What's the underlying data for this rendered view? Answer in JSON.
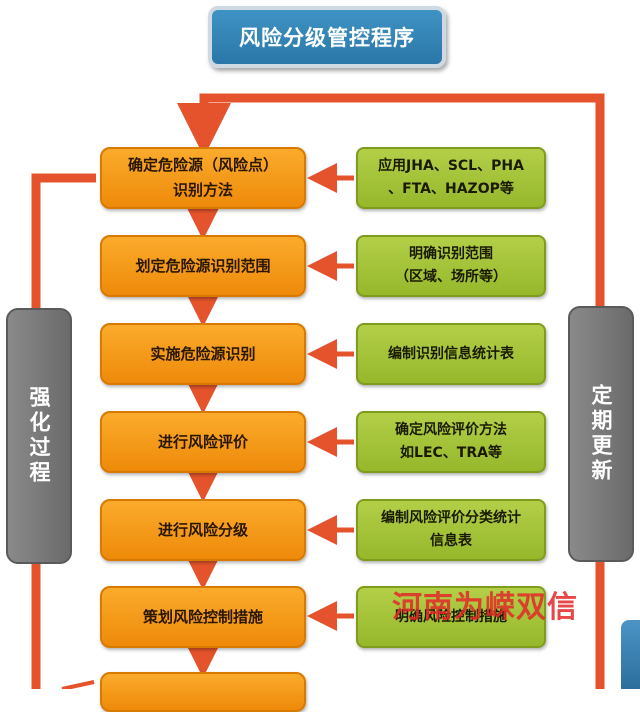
{
  "title": "风险分级管控程序",
  "steps": [
    "确定危险源（风险点）\n识别方法",
    "划定危险源识别范围",
    "实施危险源识别",
    "进行风险评价",
    "进行风险分级",
    "策划风险控制措施",
    ""
  ],
  "notes": [
    "应用JHA、SCL、PHA\n、FTA、HAZOP等",
    "明确识别范围\n（区域、场所等）",
    "编制识别信息统计表",
    "确定风险评价方法\n如LEC、TRA等",
    "编制风险评价分类统计\n信息表",
    "明确风险控制措施"
  ],
  "side_labels": {
    "left": "强化过程",
    "right": "定期更新"
  },
  "watermark": "河南为嵘双信",
  "colors": {
    "arrow": "#e4532b",
    "step": "#f39a17",
    "note": "#a4c338",
    "side": "#777777",
    "title": "#3584b6"
  }
}
